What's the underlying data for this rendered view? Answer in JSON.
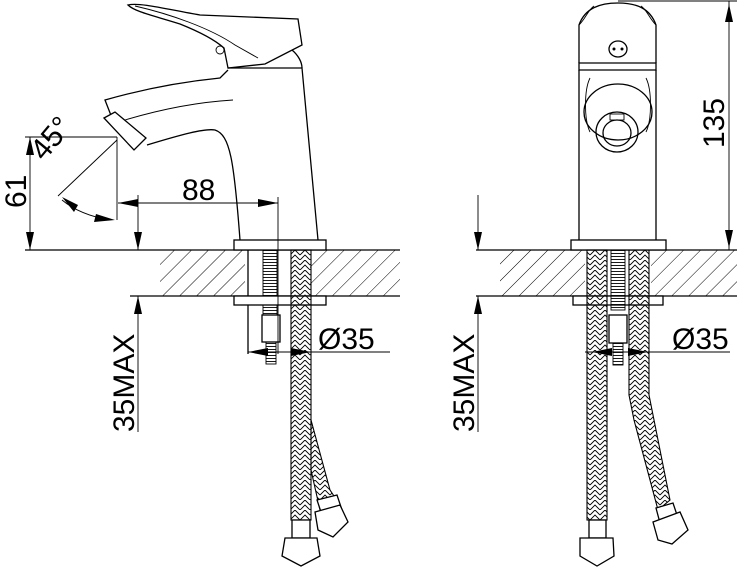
{
  "diagram": {
    "title": "Basin mixer faucet dimension drawing",
    "views": [
      {
        "name": "side-view"
      },
      {
        "name": "front-view"
      }
    ],
    "dimensions": {
      "spout_height": "61",
      "spout_angle": "45°",
      "spout_reach": "88",
      "base_diameter_side": "Ø35",
      "base_diameter_front": "Ø35",
      "max_counter_thickness_side": "35MAX",
      "max_counter_thickness_front": "35MAX",
      "total_height": "135"
    },
    "colors": {
      "line": "#000000",
      "background": "#ffffff"
    }
  }
}
